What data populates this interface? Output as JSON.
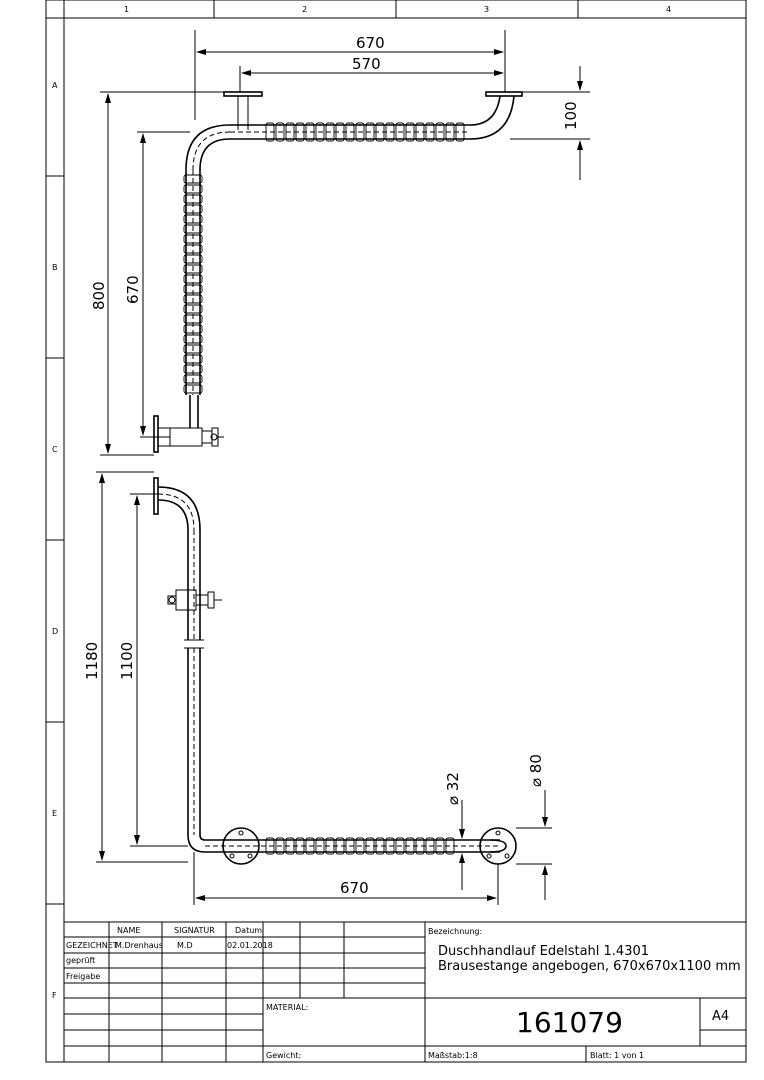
{
  "frame": {
    "column_labels": [
      "1",
      "2",
      "3",
      "4"
    ],
    "row_labels": [
      "A",
      "B",
      "C",
      "D",
      "E",
      "F"
    ]
  },
  "top_view": {
    "dims": {
      "width_overall": "670",
      "width_inner": "570",
      "flange_offset": "100",
      "height_overall": "800",
      "height_inner": "670"
    }
  },
  "bottom_view": {
    "dims": {
      "height_overall": "1180",
      "height_inner": "1100",
      "width": "670",
      "tube_diameter": "⌀ 32",
      "flange_diameter": "⌀ 80"
    }
  },
  "title_block": {
    "headers": {
      "name": "NAME",
      "signature": "SIGNATUR",
      "date": "Datum"
    },
    "rows": {
      "drawn_label": "GEZEICHNET",
      "drawn_name": "M.Drenhaus",
      "drawn_sig": "M.D",
      "drawn_date": "02.01.2018",
      "checked_label": "geprüft",
      "release_label": "Freigabe"
    },
    "designation_label": "Bezeichnung:",
    "designation_line1": "Duschhandlauf Edelstahl 1.4301",
    "designation_line2": "Brausestange angebogen, 670x670x1100 mm",
    "material_label": "MATERIAL:",
    "part_number": "161079",
    "sheet_size": "A4",
    "weight_label": "Gewicht:",
    "scale": "Maßstab:1:8",
    "sheet": "Blatt: 1 von 1"
  }
}
